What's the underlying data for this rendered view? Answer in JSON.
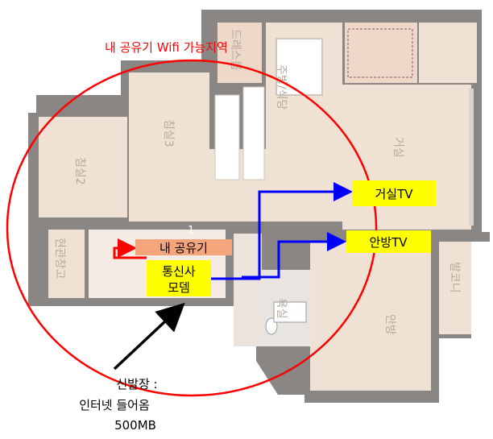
{
  "diagram": {
    "coverage_label": "내 공유기 Wifi 가능지역",
    "devices": {
      "router": "내 공유기",
      "modem_line1": "통신사",
      "modem_line2": "모뎀",
      "tv_living": "거실TV",
      "tv_master": "안방TV"
    },
    "entry_note": {
      "line1": "신발장 :",
      "line2": "인터넷 들어옴",
      "line3": "500MB"
    },
    "rooms": {
      "room_top_left": "침실3",
      "room_left": "침실2",
      "kitchen": "주방/식당",
      "dress_room": "드레스룸",
      "living": "거실",
      "master": "안방",
      "bath": "욕실",
      "shoe_storage": "현관창고",
      "balcony": "발코니",
      "room_number": "1"
    },
    "colors": {
      "coverage_circle": "#ff0000",
      "modem_link": "#0000ff",
      "router_link": "#ff0000",
      "label_box": "#ffff00",
      "router_box": "#f4a57c",
      "entry_arrow": "#000000"
    }
  }
}
